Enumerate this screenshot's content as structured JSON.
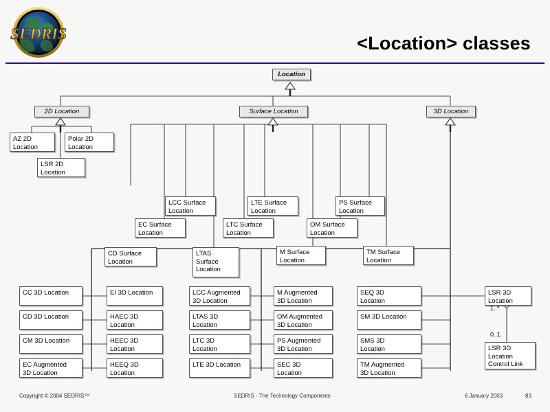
{
  "header": {
    "title": "<Location> classes",
    "logo_text": "SEDRIS",
    "rule_color": "#2b00c8"
  },
  "footer": {
    "copyright": "Copyright © 2004 SEDRIS™",
    "center": "SEDRIS - The Technology Components",
    "date": "6 January 2003",
    "page": "83"
  },
  "diagram": {
    "type": "uml-class-hierarchy",
    "root": {
      "label": "Location",
      "abstract": true
    },
    "abstract_nodes": [
      {
        "label": "2D Location"
      },
      {
        "label": "Surface Location"
      },
      {
        "label": "3D Location"
      }
    ],
    "groups": {
      "two_d": [
        "AZ 2D\nLocation",
        "Polar 2D\nLocation",
        "LSR 2D\nLocation"
      ],
      "surface": [
        "CD Surface\nLocation",
        "EC Surface\nLocation",
        "LCC Surface\nLocation",
        "LTAS\nSurface\nLocation",
        "LTC Surface\nLocation",
        "LTE Surface\nLocation",
        "M Surface\nLocation",
        "OM Surface\nLocation",
        "PS Surface\nLocation",
        "TM Surface\nLocation"
      ],
      "three_d": [
        "CC 3D Location",
        "CD 3D Location",
        "CM 3D Location",
        "EC Augmented\n3D Location",
        "EI 3D Location",
        "HAEC 3D\nLocation",
        "HEEC 3D\nLocation",
        "HEEQ 3D\nLocation",
        "LCC Augmented\n3D Location",
        "LTAS 3D\nLocation",
        "LTC 3D\nLocation",
        "LTE 3D Location",
        "M Augmented\n3D Location",
        "OM Augmented\n3D Location",
        "PS Augmented\n3D Location",
        "SEC 3D\nLocation",
        "SEQ 3D\nLocation",
        "SM 3D Location",
        "SMS 3D\nLocation",
        "TM Augmented\n3D Location",
        "LSR 3D\nLocation"
      ]
    },
    "association": {
      "source": "LSR 3D\nLocation",
      "target": "LSR 3D\nLocation\nControl Link",
      "source_multiplicity": "1..*",
      "target_multiplicity": "0..1",
      "kind": "aggregation"
    },
    "nodes": {
      "location": "Location",
      "d2_location": "2D Location",
      "surface_location": "Surface Location",
      "d3_location": "3D Location",
      "az_2d": "AZ 2D\nLocation",
      "polar_2d": "Polar 2D\nLocation",
      "lsr_2d": "LSR 2D\nLocation",
      "cd_surface": "CD Surface\nLocation",
      "ec_surface": "EC Surface\nLocation",
      "lcc_surface": "LCC Surface\nLocation",
      "ltas_surface": "LTAS\nSurface\nLocation",
      "ltc_surface": "LTC Surface\nLocation",
      "lte_surface": "LTE Surface\nLocation",
      "m_surface": "M Surface\nLocation",
      "om_surface": "OM Surface\nLocation",
      "ps_surface": "PS Surface\nLocation",
      "tm_surface": "TM Surface\nLocation",
      "cc_3d": "CC 3D Location",
      "cd_3d": "CD 3D Location",
      "cm_3d": "CM 3D Location",
      "ec_aug_3d": "EC Augmented\n3D Location",
      "ei_3d": "EI 3D Location",
      "haec_3d": "HAEC 3D\nLocation",
      "heec_3d": "HEEC 3D\nLocation",
      "heeq_3d": "HEEQ 3D\nLocation",
      "lcc_aug_3d": "LCC Augmented\n3D Location",
      "ltas_3d": "LTAS 3D\nLocation",
      "ltc_3d": "LTC 3D\nLocation",
      "lte_3d": "LTE 3D Location",
      "m_aug_3d": "M Augmented\n3D Location",
      "om_aug_3d": "OM Augmented\n3D Location",
      "ps_aug_3d": "PS Augmented\n3D Location",
      "sec_3d": "SEC 3D\nLocation",
      "seq_3d": "SEQ 3D\nLocation",
      "sm_3d": "SM 3D Location",
      "sms_3d": "SMS 3D\nLocation",
      "tm_aug_3d": "TM Augmented\n3D Location",
      "lsr_3d": "LSR 3D\nLocation",
      "lsr_3d_ctrl": "LSR 3D\nLocation\nControl Link"
    },
    "multiplicities": {
      "one_to_many": "1..*",
      "zero_to_one": "0..1"
    }
  }
}
